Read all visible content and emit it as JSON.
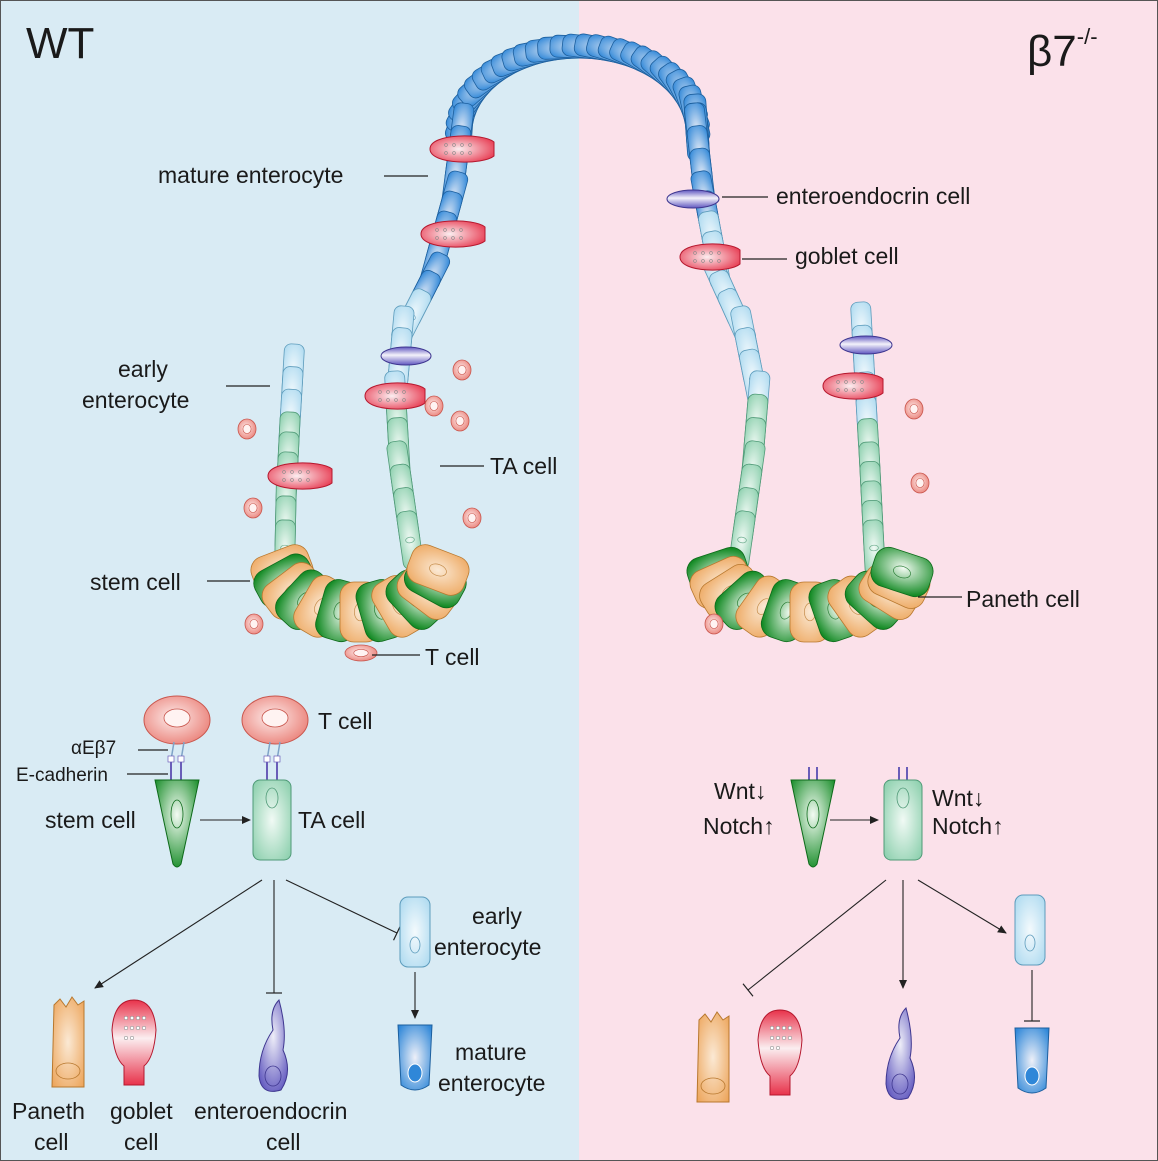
{
  "panels": {
    "left_title": "WT",
    "right_title": "β7",
    "right_title_sup": "-/-"
  },
  "colors": {
    "wt_background": "#d9ebf4",
    "ko_background": "#fbe1ea",
    "enterocyte_blue": "#3e8fd9",
    "early_enterocyte": "#bfe2f2",
    "ta_cell": "#a9dcc3",
    "stem_green": "#1f9a2f",
    "paneth_orange": "#f0b36d",
    "goblet_red": "#e8324a",
    "enteroendocrine_purple": "#6d63c6",
    "t_cell": "#ef8e86"
  },
  "crypt_labels": {
    "mature_enterocyte": "mature enterocyte",
    "early_enterocyte_line1": "early",
    "early_enterocyte_line2": "enterocyte",
    "ta_cell": "TA cell",
    "stem_cell": "stem cell",
    "t_cell": "T cell",
    "enteroendocrine": "enteroendocrin cell",
    "goblet": "goblet cell",
    "paneth": "Paneth cell"
  },
  "wt_scheme": {
    "t_cell": "T cell",
    "integrin": "αEβ7",
    "cadherin": "E-cadherin",
    "stem_cell": "stem cell",
    "ta_cell": "TA cell",
    "early_enterocyte_line1": "early",
    "early_enterocyte_line2": "enterocyte",
    "mature_enterocyte_line1": "mature",
    "mature_enterocyte_line2": "enterocyte",
    "paneth_line1": "Paneth",
    "paneth_line2": "cell",
    "goblet_line1": "goblet",
    "goblet_line2": "cell",
    "enteroendocrine_line1": "enteroendocrin",
    "enteroendocrine_line2": "cell"
  },
  "ko_scheme": {
    "wnt_left": "Wnt↓",
    "notch_left": "Notch↑",
    "wnt_right": "Wnt↓",
    "notch_right": "Notch↑"
  }
}
